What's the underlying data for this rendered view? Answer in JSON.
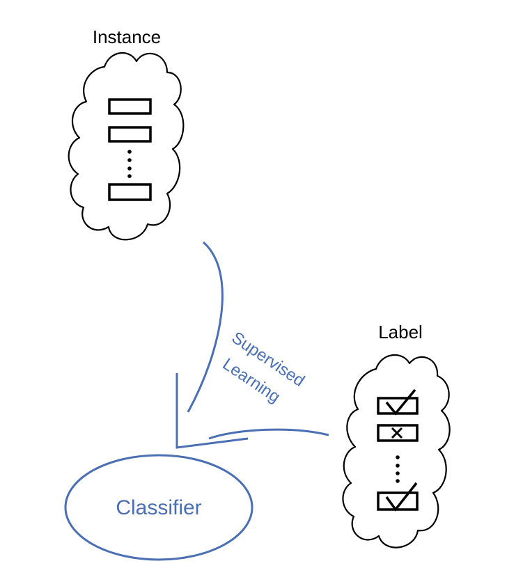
{
  "diagram": {
    "instance_label": "Instance",
    "label_label": "Label",
    "arrow_label_line1": "Supervised",
    "arrow_label_line2": "Learning",
    "classifier_label": "Classifier"
  },
  "colors": {
    "ink": "#000000",
    "accent": "#4a6fb3",
    "background": "#ffffff"
  }
}
